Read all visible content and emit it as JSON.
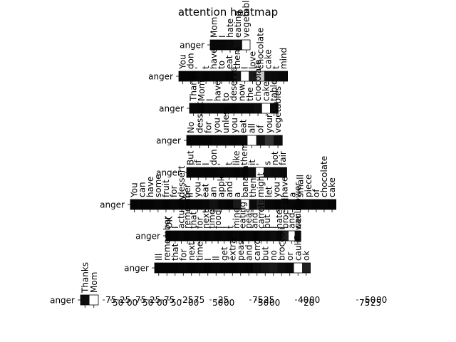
{
  "chart_data": {
    "type": "heatmap",
    "title": "attention heatmap",
    "row_label": "anger",
    "colormap": [
      "#000000",
      "#ffffff"
    ],
    "panels": [
      {
        "tokens": [
          "Mom",
          "I",
          "hate",
          "eating",
          "vegetables"
        ],
        "weights": [
          0.03,
          0.03,
          0.04,
          0.06,
          1.0
        ]
      },
      {
        "tokens": [
          "You",
          "don",
          "'",
          "t",
          "have",
          "to",
          "eat",
          "them",
          "I",
          "love",
          "chocolate",
          "cake",
          "t",
          "mind"
        ],
        "weights": [
          0.02,
          0.02,
          0.03,
          0.02,
          0.03,
          0.03,
          0.02,
          0.08,
          1.0,
          0.1,
          0.78,
          0.05,
          0.04,
          0.03
        ]
      },
      {
        "tokens": [
          "Thanks",
          "Mom",
          "I",
          "have",
          "to",
          "deserve",
          "now",
          "the",
          "chocolate",
          "cake",
          "table"
        ],
        "weights": [
          0.02,
          0.02,
          0.03,
          0.03,
          0.03,
          0.02,
          0.03,
          0.03,
          0.05,
          1.0,
          0.04
        ]
      },
      {
        "tokens": [
          "No",
          "dessert",
          "for",
          "you",
          "unless",
          "you",
          "eat",
          "all",
          "of",
          "your",
          "vegetables"
        ],
        "weights": [
          0.02,
          0.02,
          0.02,
          0.03,
          0.03,
          0.02,
          0.03,
          1.0,
          0.06,
          0.2,
          0.05
        ]
      },
      {
        "tokens": [
          "But",
          "if",
          "I",
          "don",
          "'",
          "t",
          "like",
          "them",
          "it",
          "'",
          "s",
          "not",
          "fair"
        ],
        "weights": [
          0.02,
          0.02,
          0.02,
          0.02,
          0.03,
          0.03,
          0.02,
          0.03,
          0.05,
          1.0,
          0.06,
          0.05,
          0.04
        ]
      },
      {
        "tokens": [
          "You",
          "can",
          "have",
          "some",
          "fruit",
          "for",
          "dessert",
          "if",
          "you",
          "eat",
          "an",
          "apple",
          "and",
          "a",
          "banana",
          "then",
          "might",
          "let",
          "you",
          "have",
          "a",
          "small",
          "piece",
          "of",
          "chocolate",
          "cake"
        ],
        "weights": [
          0.02,
          0.02,
          0.02,
          0.03,
          0.02,
          0.03,
          0.03,
          0.02,
          0.02,
          0.03,
          0.07,
          0.03,
          0.02,
          0.1,
          1.0,
          0.04,
          0.15,
          0.03,
          0.02,
          0.04,
          0.03,
          0.02,
          0.03,
          0.02,
          0.03,
          0.02
        ]
      },
      {
        "tokens": [
          "OK",
          "I",
          "actually",
          "remember",
          "that",
          "for",
          "next",
          "time",
          "food",
          "I",
          "t",
          "mind",
          "eating",
          "peas",
          "and",
          "carrots",
          "but",
          "I",
          "hate",
          "broccoli",
          "and",
          "cauliflower"
        ],
        "weights": [
          0.02,
          0.02,
          0.03,
          0.02,
          0.03,
          0.02,
          0.02,
          0.03,
          0.02,
          0.03,
          0.02,
          0.03,
          0.02,
          0.03,
          0.02,
          0.04,
          0.03,
          0.05,
          0.03,
          0.12,
          1.0,
          0.05
        ]
      },
      {
        "tokens": [
          "Ill",
          "remember",
          "that",
          "for",
          "next",
          "time",
          "I",
          "ll",
          "get",
          "extra",
          "peas",
          "and",
          "carrots",
          "but",
          "no",
          "broccoli",
          "or",
          "cauliflower",
          "ok"
        ],
        "weights": [
          0.02,
          0.02,
          0.02,
          0.03,
          0.02,
          0.03,
          0.02,
          0.03,
          0.02,
          0.02,
          0.03,
          0.02,
          0.05,
          0.08,
          0.1,
          0.06,
          0.04,
          1.0,
          0.12
        ]
      },
      {
        "tokens": [
          "Thanks",
          "Mom"
        ],
        "weights": [
          0.05,
          1.0
        ]
      }
    ],
    "colorbar_tick_labels": [
      "75",
      "50",
      "25",
      "00",
      "75",
      "50",
      "25",
      "00",
      "75",
      "50",
      "25",
      "00",
      "75",
      "50",
      "25",
      "00",
      "75",
      "50",
      "25",
      "00",
      "40",
      "20",
      "00",
      "75",
      "50",
      "25",
      "00"
    ]
  }
}
